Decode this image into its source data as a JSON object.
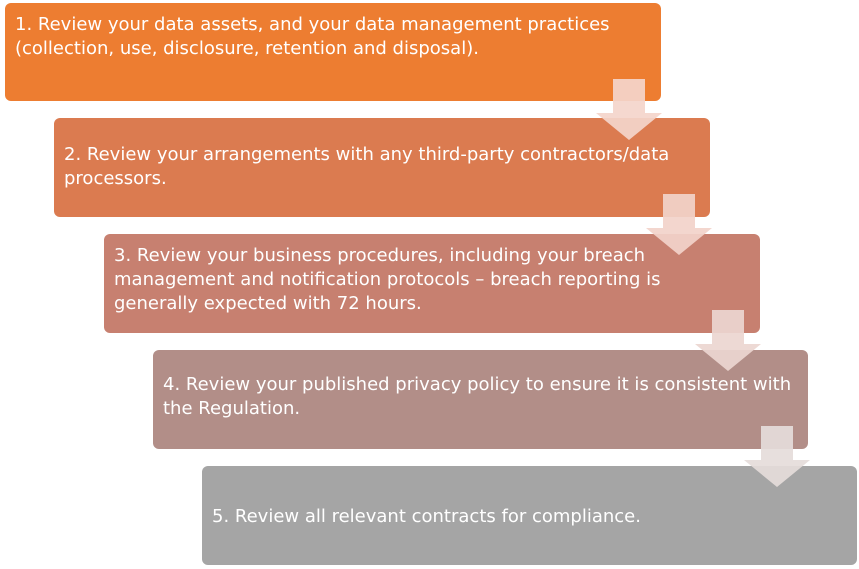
{
  "steps": [
    {
      "text": "1. Review your data assets, and your data management practices (collection, use, disclosure, retention and disposal)."
    },
    {
      "text": "2. Review your arrangements with any third-party contractors/data processors."
    },
    {
      "text": "3. Review your business procedures, including your breach management and notification protocols – breach reporting is generally expected with 72 hours."
    },
    {
      "text": "4. Review your published privacy policy to ensure it is consistent with the Regulation."
    },
    {
      "text": "5. Review all relevant contracts for compliance."
    }
  ],
  "colors": {
    "step1": "#ED7D31",
    "step2": "#DB7B50",
    "step3": "#C78070",
    "step4": "#B28E88",
    "step5": "#A5A5A5",
    "arrow": "#F4D5CB",
    "text": "#FFFFFF"
  },
  "icons": [
    "down-arrow-icon"
  ]
}
